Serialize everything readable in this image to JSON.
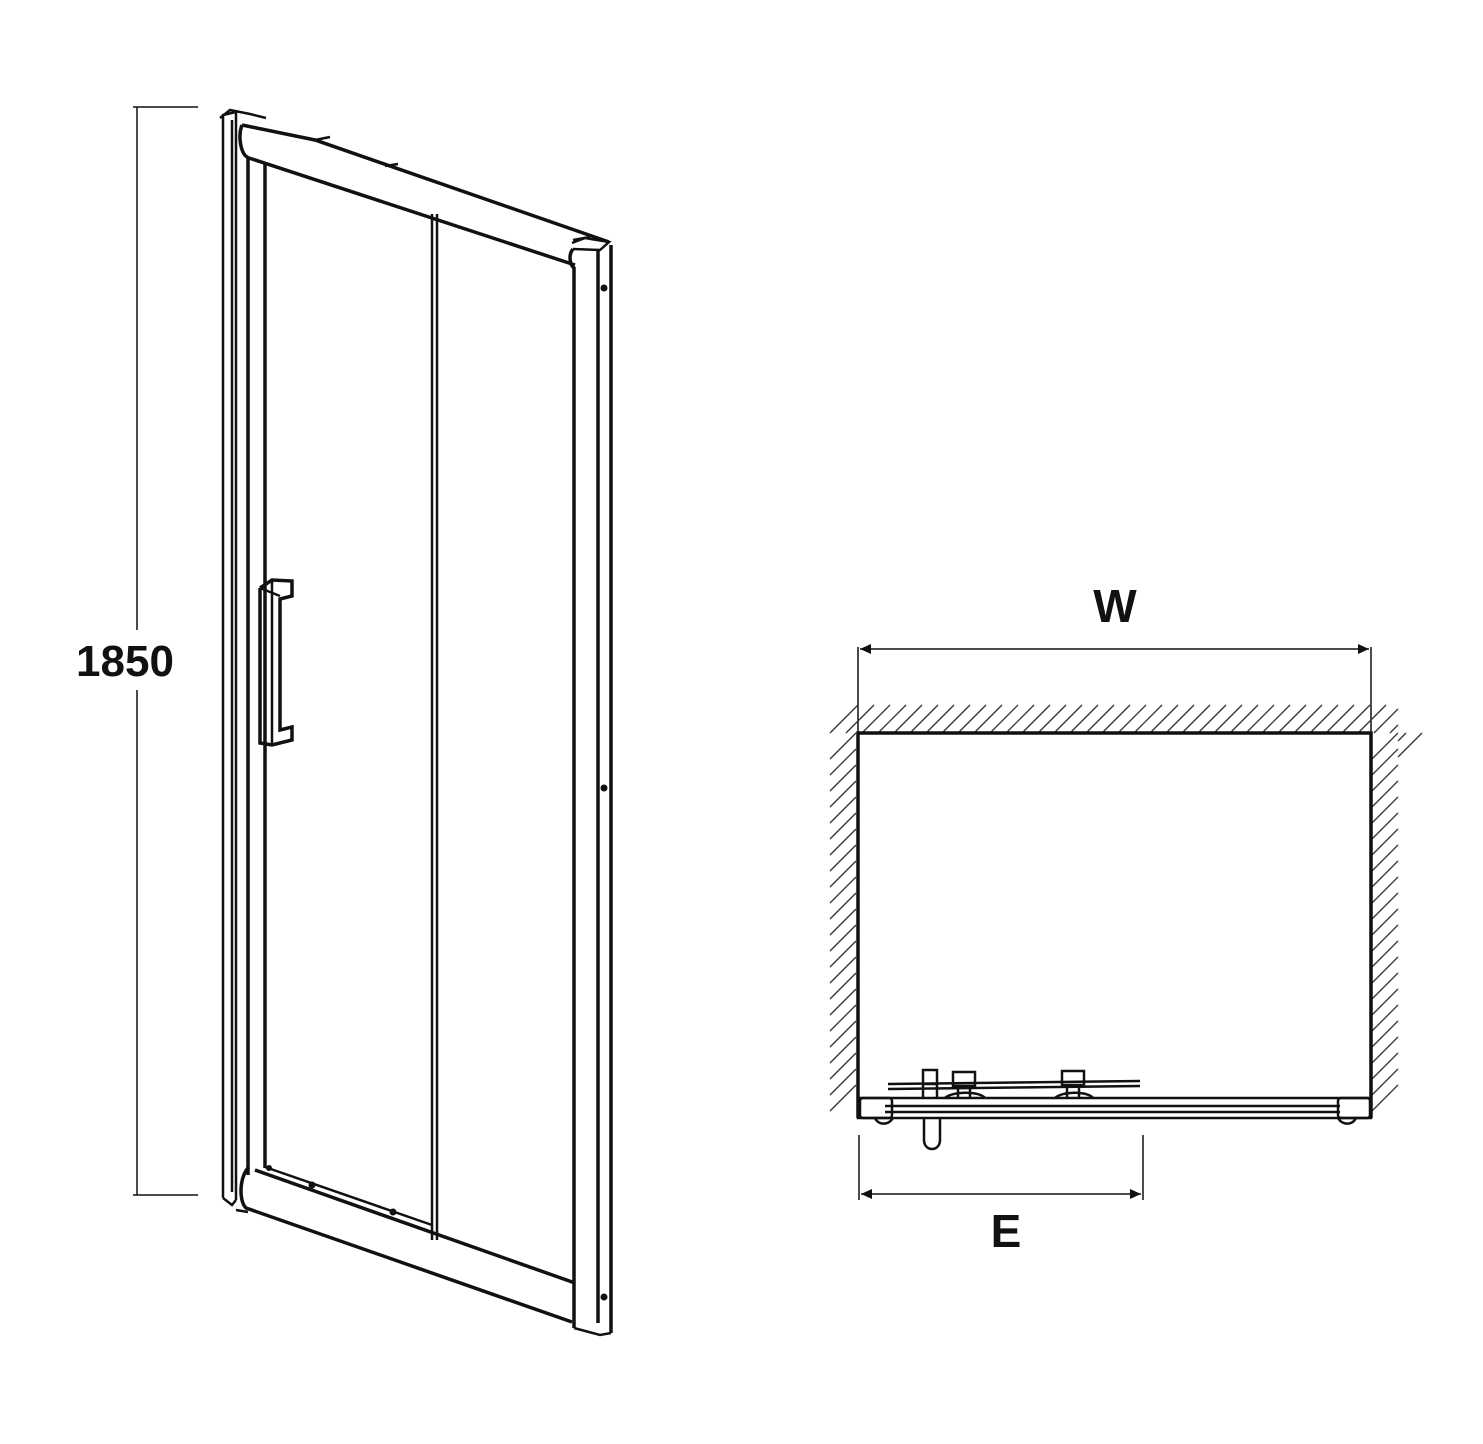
{
  "height_dimension": {
    "label": "1850"
  },
  "plan_view": {
    "width_label": "W",
    "entry_label": "E"
  },
  "colors": {
    "line": "#111111",
    "background": "#ffffff"
  },
  "icons": [
    "door-handle-icon",
    "wall-hatch-icon",
    "dimension-arrow-icon"
  ]
}
